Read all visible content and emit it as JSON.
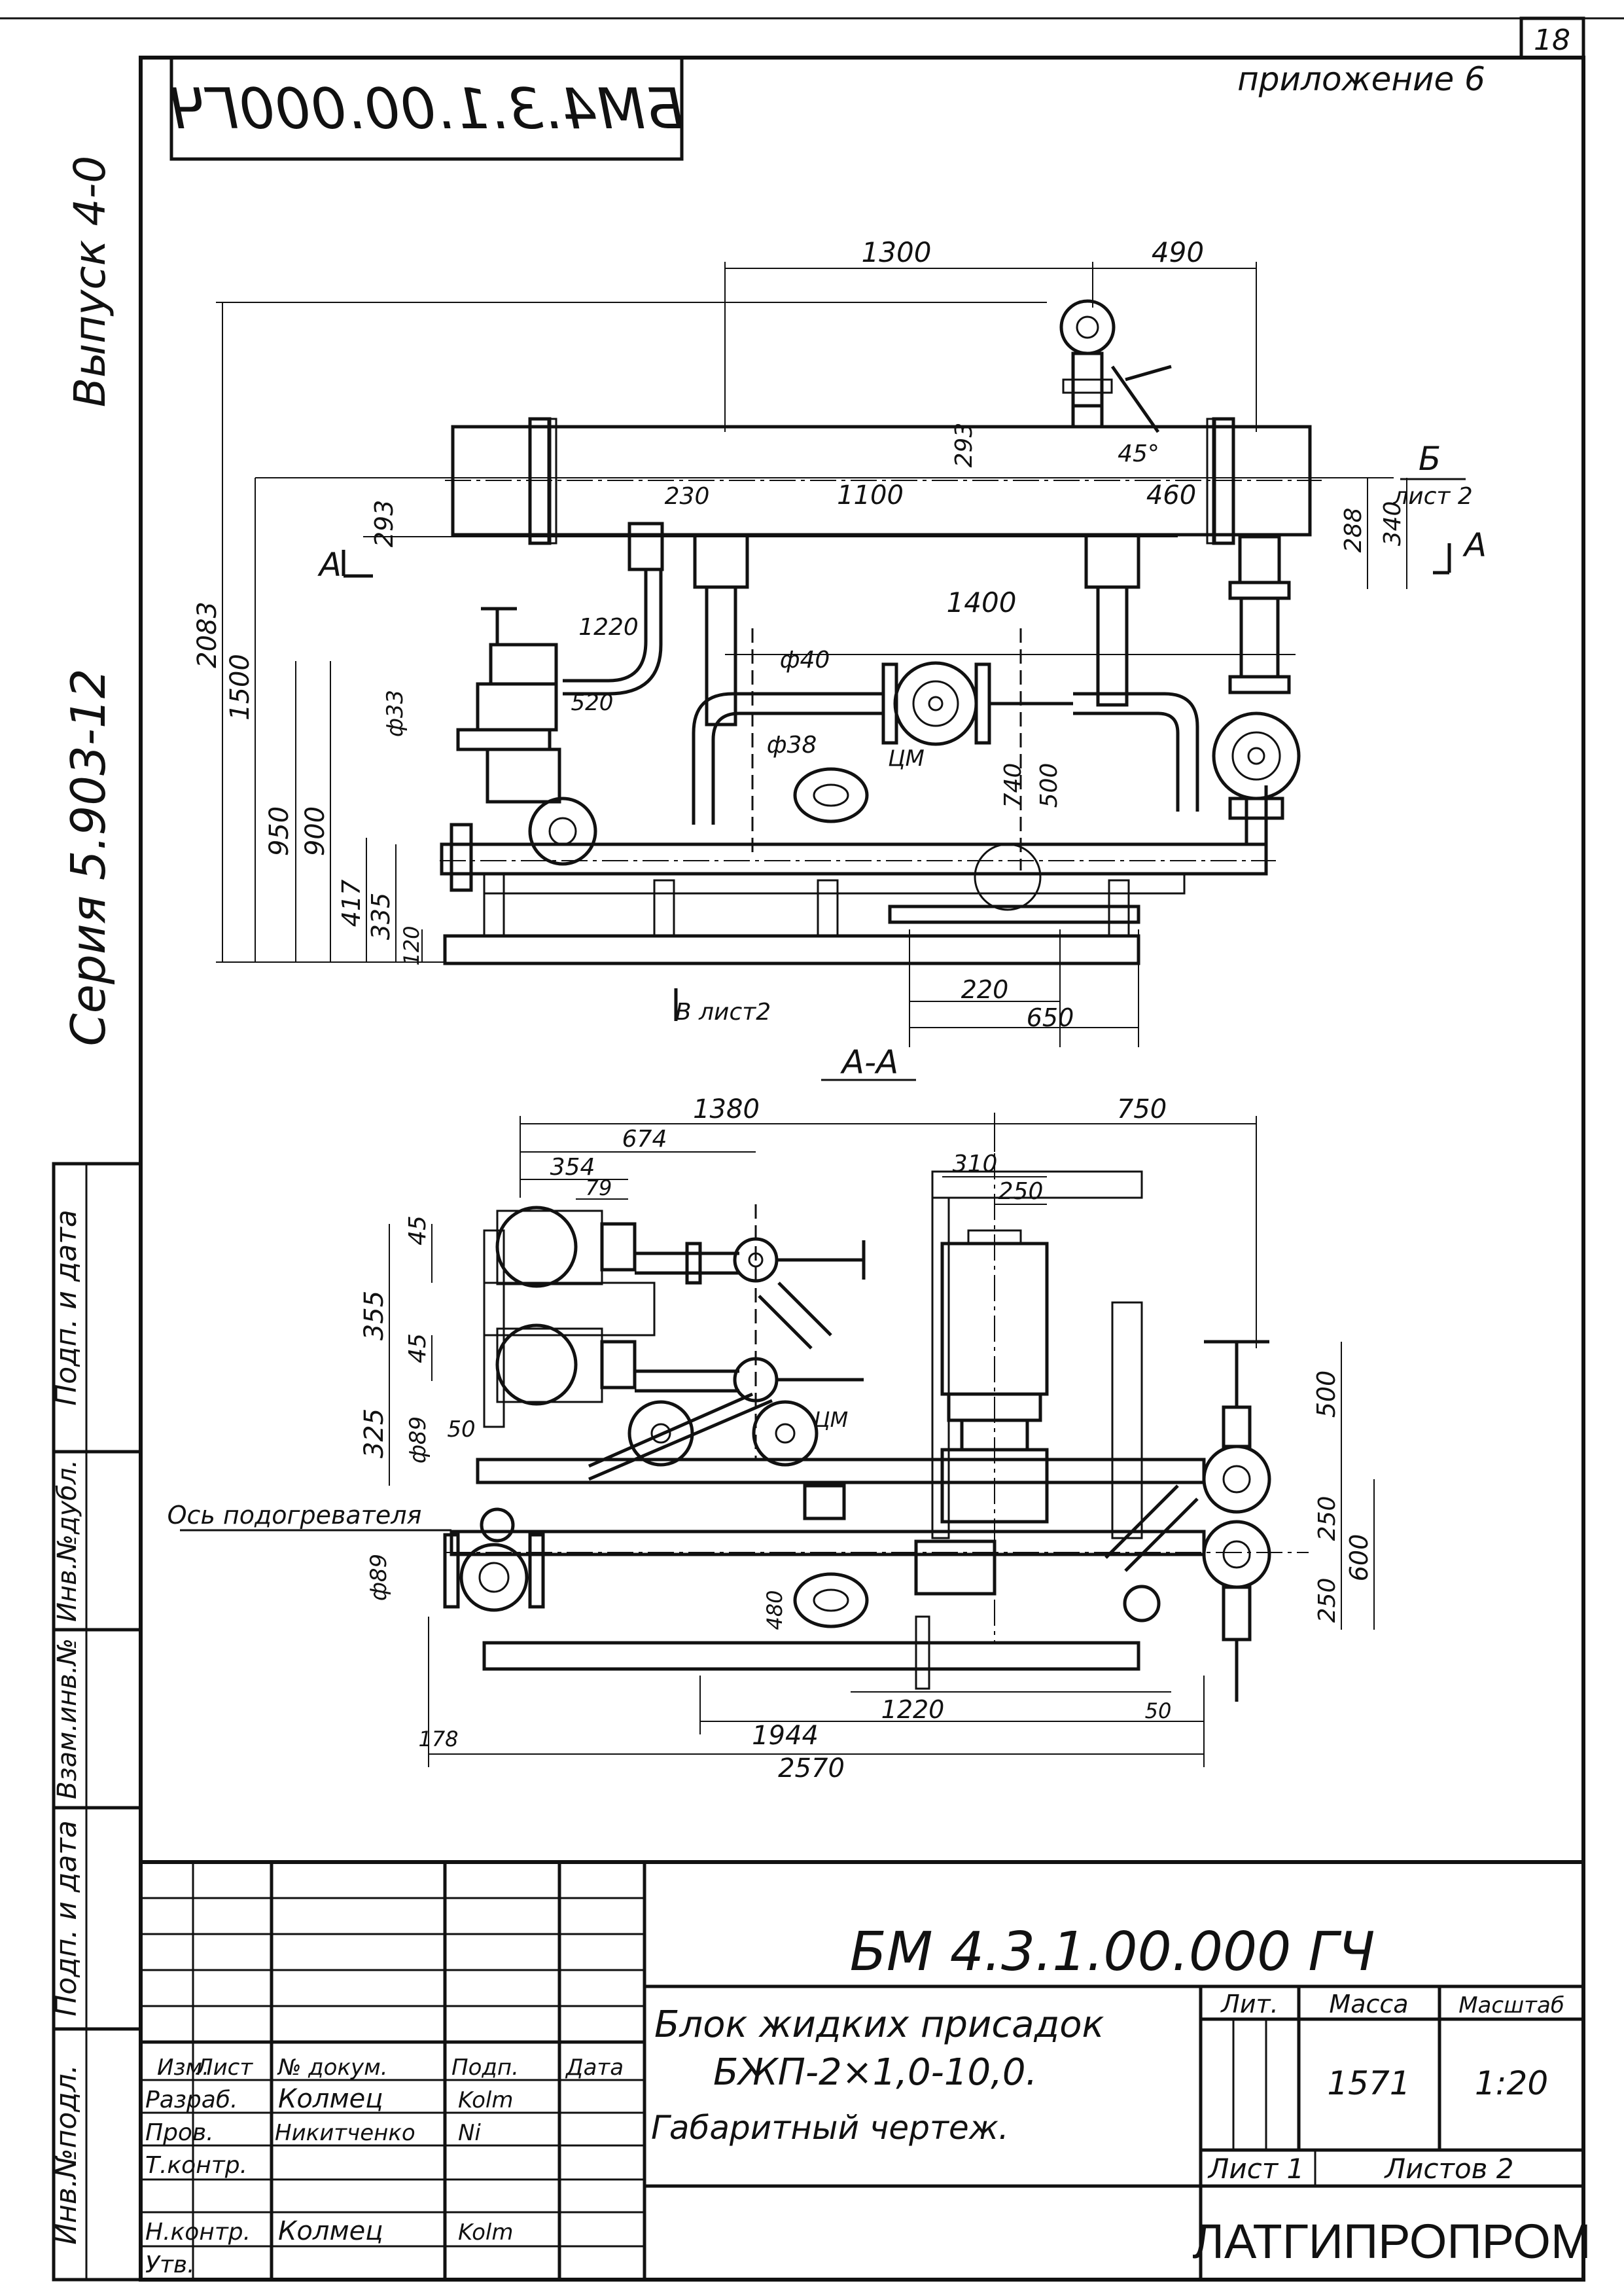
{
  "sheet": {
    "page_number": "18",
    "appendix": "приложение 6",
    "top_code_mirrored": "БМ4.3.1.00.000ГЧ"
  },
  "margin": {
    "issue": "Выпуск 4-0",
    "series": "Серия 5.903-12",
    "cells": [
      "Подп. и дата",
      "Инв.№дубл.",
      "Взам.инв.№",
      "Подп. и дата",
      "Инв.№подл."
    ]
  },
  "view_top": {
    "dims": [
      "1300",
      "490",
      "293",
      "45°",
      "230",
      "1100",
      "460",
      "293",
      "288",
      "340",
      "2083",
      "1500",
      "950",
      "900",
      "417",
      "335",
      "120",
      "1220",
      "520",
      "ф33",
      "1400",
      "ф40",
      "ф38",
      "ЦМ",
      "740",
      "500",
      "220",
      "650"
    ],
    "section_mark": "Б",
    "section_sheet": "лист 2",
    "cut_a_left": "А",
    "cut_a_right": "А",
    "view_b": "В лист2"
  },
  "view_section": {
    "title": "А-А",
    "dims": [
      "1380",
      "750",
      "674",
      "354",
      "79",
      "310",
      "250",
      "45",
      "355",
      "45",
      "325",
      "ф89",
      "50",
      "ЦМ",
      "500",
      "250",
      "600",
      "250",
      "ф89",
      "480",
      "1220",
      "50",
      "178",
      "1944",
      "2570"
    ],
    "axis_label": "Ось подогревателя"
  },
  "title_block": {
    "document_code": "БМ 4.3.1.00.000 ГЧ",
    "title_line1": "Блок жидких присадок",
    "title_line2": "БЖП-2×1,0-10,0.",
    "title_line3": "Габаритный чертеж.",
    "headers": {
      "izm": "Изм.",
      "list": "Лист",
      "doc": "№ докум.",
      "podp": "Подп.",
      "data": "Дата",
      "lit": "Лит.",
      "massa": "Масса",
      "masshtab": "Масштаб"
    },
    "roles": [
      {
        "role": "Разраб.",
        "name": "Колмец",
        "sign": "Kolm"
      },
      {
        "role": "Пров.",
        "name": "Никитченко",
        "sign": "Ni"
      },
      {
        "role": "Т.контр.",
        "name": "",
        "sign": ""
      },
      {
        "role": "",
        "name": "",
        "sign": ""
      },
      {
        "role": "Н.контр.",
        "name": "Колмец",
        "sign": "Kolm"
      },
      {
        "role": "Утв.",
        "name": "",
        "sign": ""
      }
    ],
    "mass_value": "1571",
    "scale_value": "1:20",
    "sheet_label": "Лист 1",
    "sheets_label": "Листов 2",
    "organization": "ЛАТГИПРОПРОМ"
  }
}
